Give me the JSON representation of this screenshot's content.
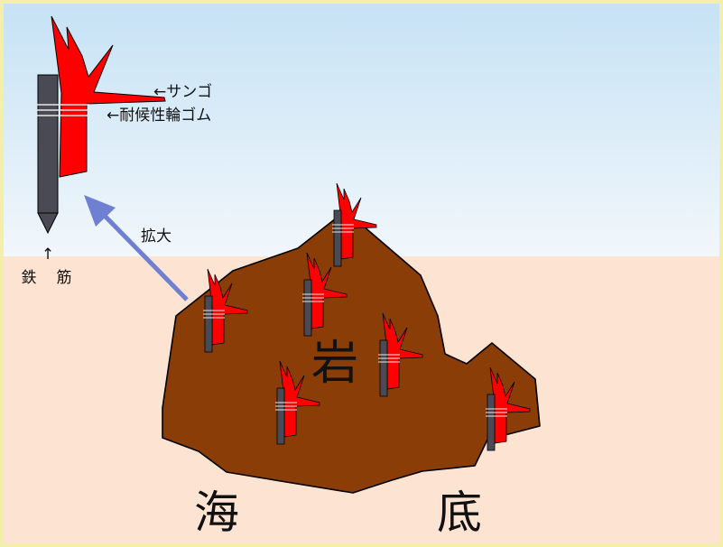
{
  "labels": {
    "coral": "←サンゴ",
    "rubber": "←耐候性輪ゴム",
    "rebar_arrow": "↑",
    "rebar_char1": "鉄",
    "rebar_char2": "筋",
    "zoom": "拡大",
    "rock": "岩",
    "seabed_char1": "海",
    "seabed_char2": "底"
  },
  "colors": {
    "sky_top": "#c6e2f5",
    "sky_bottom": "#f1f7fb",
    "seabed": "#fde3d1",
    "rock": "#8b3d07",
    "coral": "#ff0000",
    "rebar": "#4a4a55",
    "arrow": "#6f7fd1",
    "frame": "#f4efa8"
  }
}
